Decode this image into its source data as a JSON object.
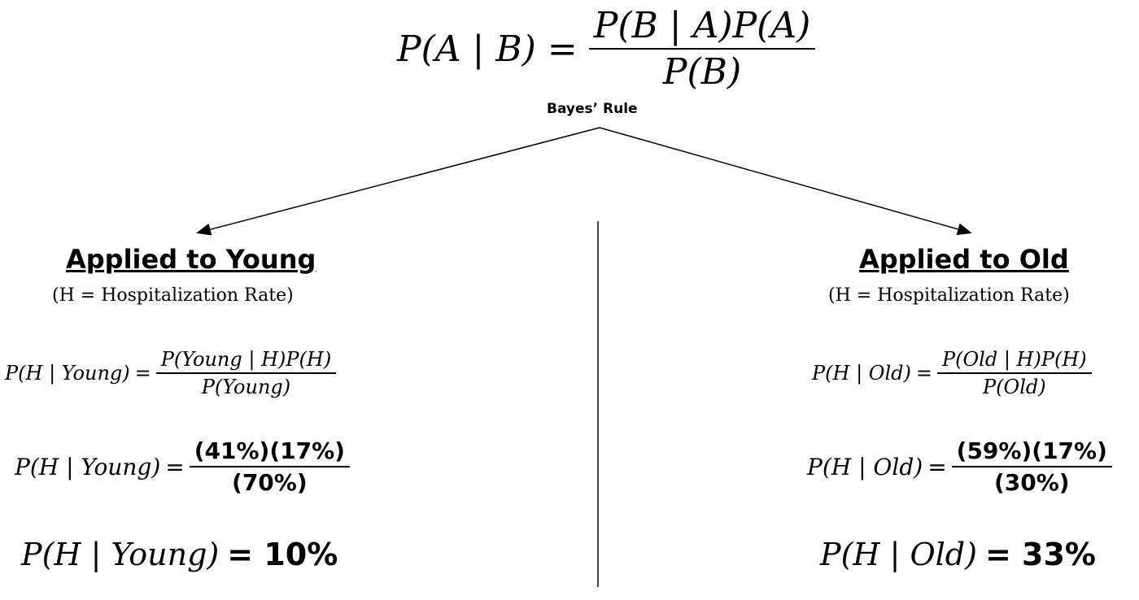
{
  "bayes": {
    "lhs": "P(A | B)",
    "eq": "=",
    "numerator": "P(B | A)P(A)",
    "denominator": "P(B)",
    "label": "Bayes’ Rule"
  },
  "young": {
    "heading": "Applied to Young",
    "definition": "(H = Hospitalization Rate)",
    "formula": {
      "lhs": "P(H | Young)",
      "eq": "=",
      "numerator": "P(Young | H)P(H)",
      "denominator": "P(Young)"
    },
    "substituted": {
      "lhs": "P(H | Young)",
      "eq": "=",
      "numerator": "(41%)(17%)",
      "denominator": "(70%)"
    },
    "result": {
      "expr": "P(H | Young)",
      "value": "= 10%"
    }
  },
  "old": {
    "heading": "Applied to Old",
    "definition": "(H = Hospitalization Rate)",
    "formula": {
      "lhs": "P(H | Old)",
      "eq": "=",
      "numerator": "P(Old | H)P(H)",
      "denominator": "P(Old)"
    },
    "substituted": {
      "lhs": "P(H | Old)",
      "eq": "=",
      "numerator": "(59%)(17%)",
      "denominator": "(30%)"
    },
    "result": {
      "expr": "P(H | Old)",
      "value": "= 33%"
    }
  }
}
